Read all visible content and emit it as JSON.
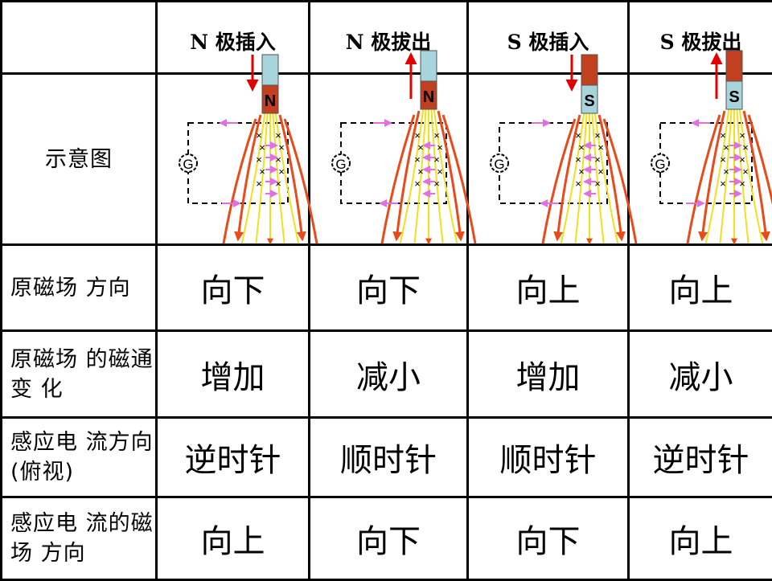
{
  "headers": [
    "N 极插入",
    "N 极拔出",
    "S 极插入",
    "S 极拔出"
  ],
  "row_labels": {
    "diagram": "示意图",
    "field_direction": "原磁场 方向",
    "flux_change": "原磁场 的磁通变 化",
    "current_direction": "感应电 流方向(俯视)",
    "induced_field": "感应电 流的磁场 方向"
  },
  "rows": {
    "field_direction": [
      "向下",
      "向下",
      "向上",
      "向上"
    ],
    "flux_change": [
      "增加",
      "减小",
      "增加",
      "减小"
    ],
    "current_direction": [
      "逆时针",
      "顺时针",
      "顺时针",
      "逆时针"
    ],
    "induced_field": [
      "向上",
      "向下",
      "向下",
      "向上"
    ]
  },
  "diagrams": [
    {
      "magnet_label": "N",
      "galvanometer": "G",
      "motion": "down",
      "bottom_color": "#c04020",
      "top_color": "#a8d4dc"
    },
    {
      "magnet_label": "N",
      "galvanometer": "G",
      "motion": "up",
      "bottom_color": "#c04020",
      "top_color": "#a8d4dc"
    },
    {
      "magnet_label": "S",
      "galvanometer": "G",
      "motion": "down",
      "bottom_color": "#a8d4dc",
      "top_color": "#c04020"
    },
    {
      "magnet_label": "S",
      "galvanometer": "G",
      "motion": "up",
      "bottom_color": "#a8d4dc",
      "top_color": "#c04020"
    }
  ],
  "colors": {
    "field_line": "#e84a1a",
    "inner_field": "#f0e020",
    "current_arrow": "#e070e0",
    "motion_arrow": "#e00000"
  }
}
